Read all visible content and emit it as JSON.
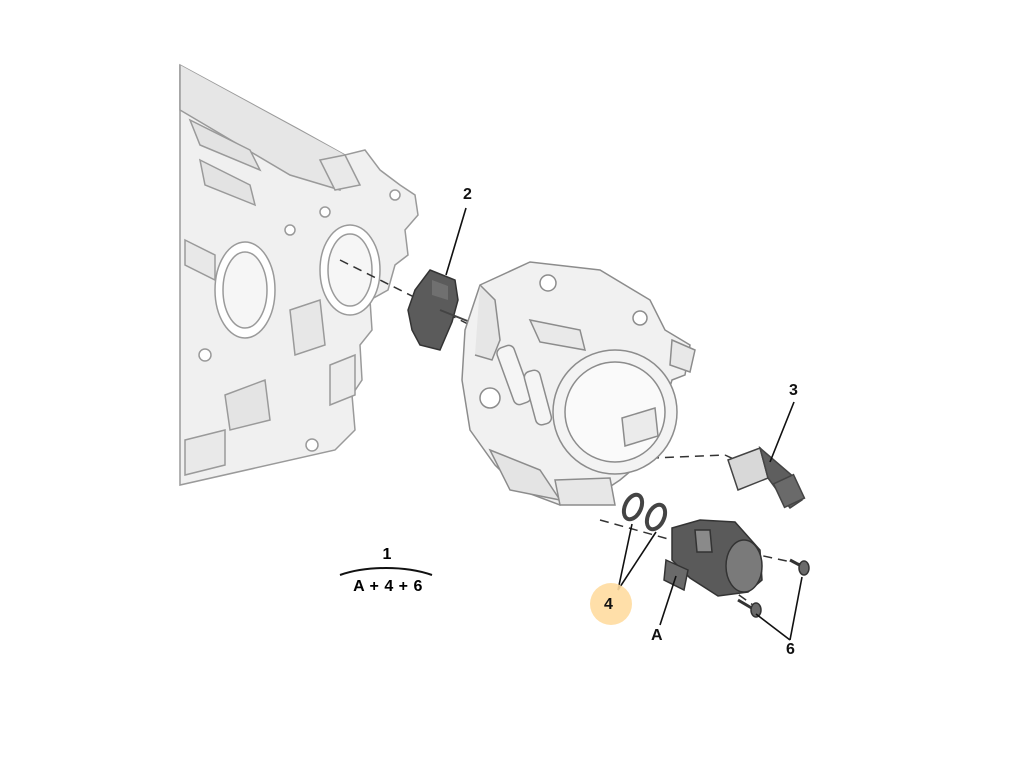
{
  "callouts": {
    "c1": "1",
    "c2": "2",
    "c3": "3",
    "c4": "4",
    "cA": "A",
    "c6": "6"
  },
  "formula": {
    "top": "1",
    "bottom": "A + 4 + 6"
  },
  "colors": {
    "part_fill": "#f1f1f1",
    "part_stroke": "#8c8c8c",
    "dark_part": "#5b5b5b",
    "highlight": "#ffdca0"
  },
  "icons": {
    "cylinder_head": "cylinder-head-drawing",
    "pump": "high-pressure-pump-drawing",
    "coupling": "coupling-drawing",
    "sensor": "sensor-drawing",
    "seals": "o-ring-seals-drawing",
    "valve": "regulator-valve-drawing",
    "screws": "screws-drawing"
  }
}
